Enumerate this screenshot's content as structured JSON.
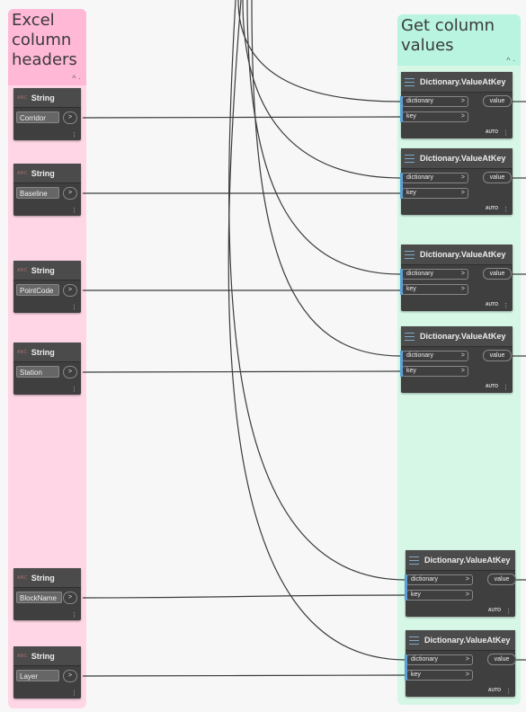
{
  "groups": [
    {
      "title": "Excel\ncolumn\nheaders",
      "color": "#ffd7e5",
      "header_color": "#ffb5d6"
    },
    {
      "title": "Get column\nvalues",
      "color": "#d4f7e6",
      "header_color": "#b5f5df"
    }
  ],
  "string_nodes": [
    {
      "title": "String",
      "value": "Corridor"
    },
    {
      "title": "String",
      "value": "Baseline"
    },
    {
      "title": "String",
      "value": "PointCode"
    },
    {
      "title": "String",
      "value": "Station"
    },
    {
      "title": "String",
      "value": "BlockName"
    },
    {
      "title": "String",
      "value": "Layer"
    }
  ],
  "dict_nodes": [
    {
      "title": "Dictionary.ValueAtKey"
    },
    {
      "title": "Dictionary.ValueAtKey"
    },
    {
      "title": "Dictionary.ValueAtKey"
    },
    {
      "title": "Dictionary.ValueAtKey"
    },
    {
      "title": "Dictionary.ValueAtKey"
    },
    {
      "title": "Dictionary.ValueAtKey"
    }
  ],
  "labels": {
    "abc": "ABC",
    "port_dictionary": "dictionary",
    "port_key": "key",
    "port_value": "value",
    "arrow": ">",
    "auto": "AUTO",
    "collapse": "^ ·"
  }
}
